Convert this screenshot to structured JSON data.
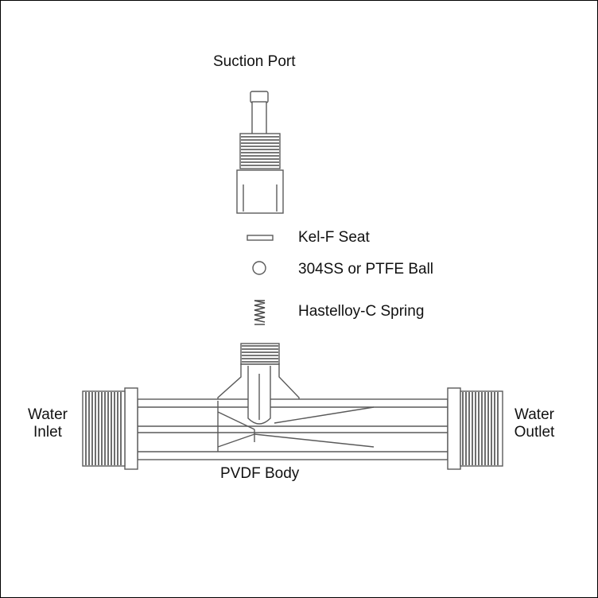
{
  "labels": {
    "suction_port": "Suction Port",
    "seat": "Kel-F Seat",
    "ball": "304SS or PTFE Ball",
    "spring": "Hastelloy-C Spring",
    "inlet_line1": "Water",
    "inlet_line2": "Inlet",
    "outlet_line1": "Water",
    "outlet_line2": "Outlet",
    "body": "PVDF Body"
  },
  "colors": {
    "line": "#5a5a5a",
    "thread": "#4a4a4a",
    "fill": "#ffffff",
    "frame": "#000000"
  }
}
